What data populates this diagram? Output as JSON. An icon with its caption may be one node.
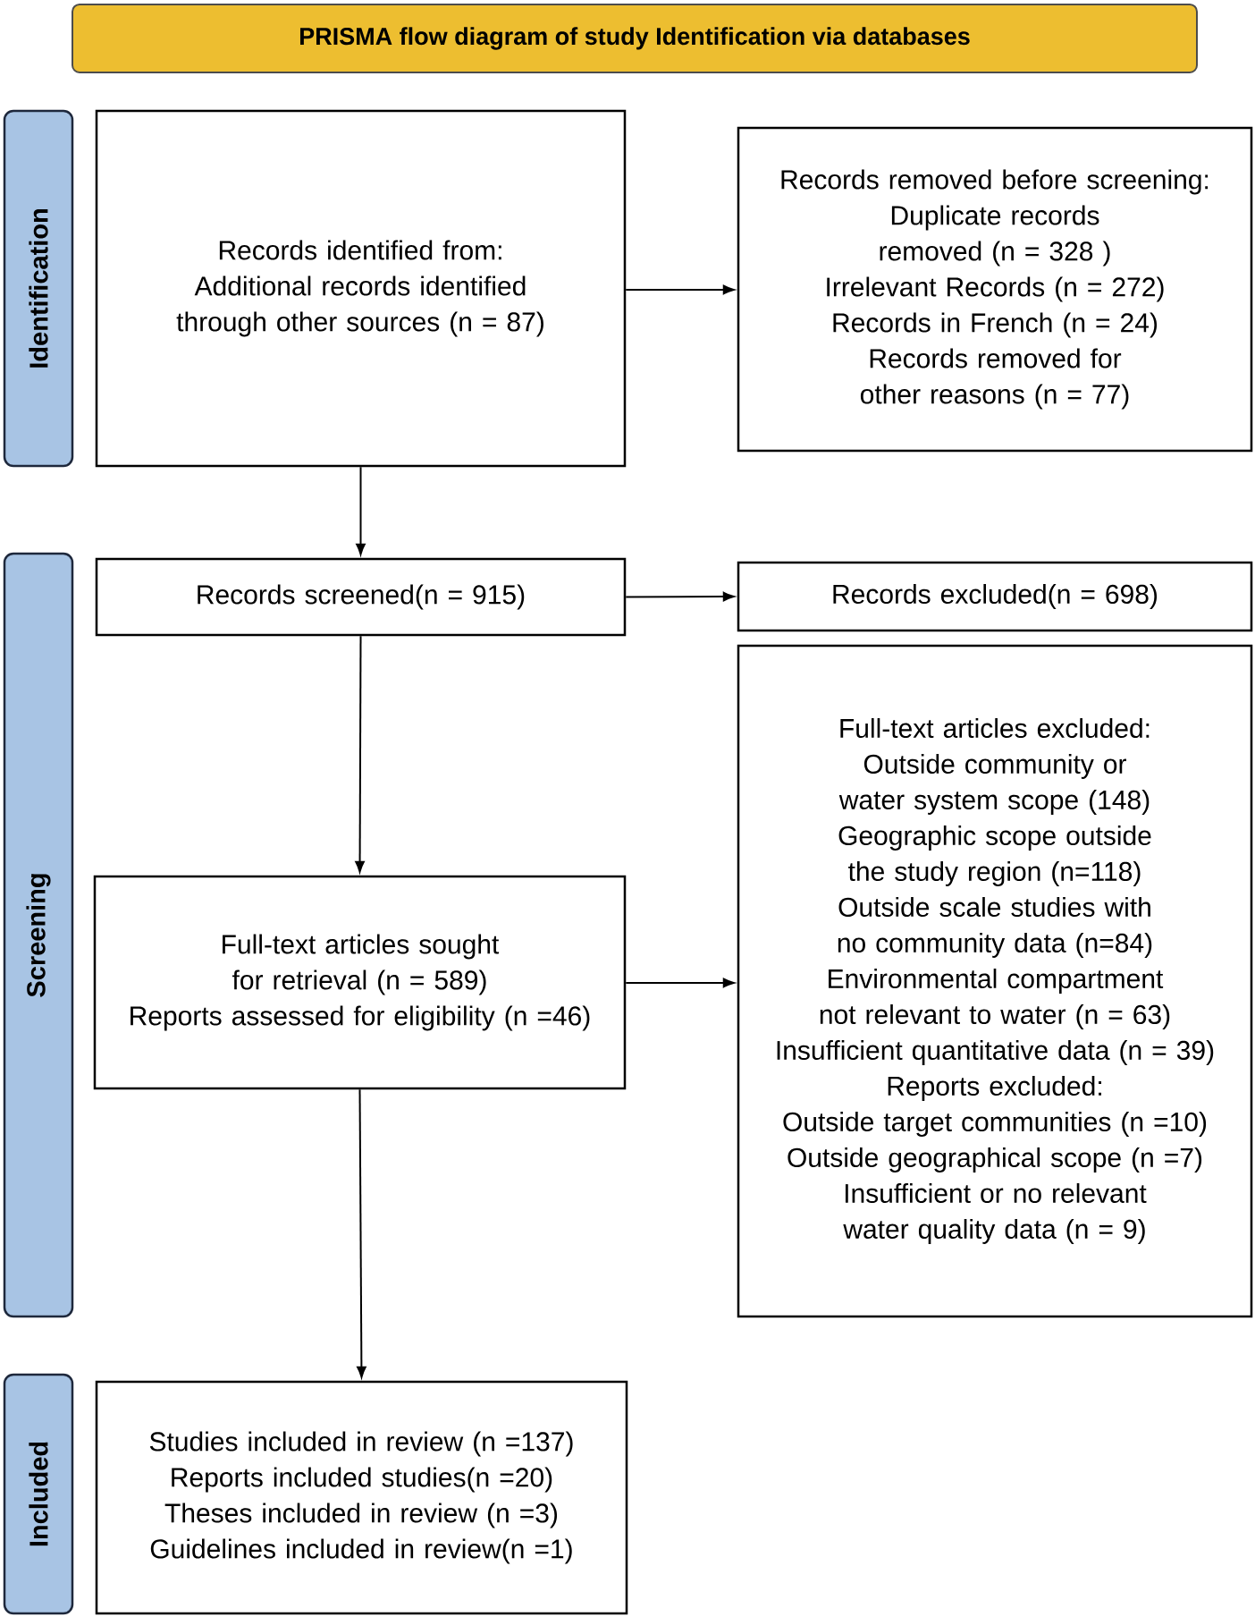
{
  "diagram": {
    "title": "PRISMA flow diagram of study Identification via databases",
    "nodes": [
      {
        "text": [
          "Identification"
        ]
      },
      {
        "text": [
          "Records identified from:",
          "Additional records identified through other sources (n = 87)"
        ]
      },
      {
        "text": [
          "Records removed before screening:",
          "Duplicate records removed (n = 328 )",
          "Irrelevant Records (n = 272)",
          "Records in French (n = 24)",
          "Records removed for other reasons (n = 77)"
        ]
      },
      {
        "text": [
          "Screening"
        ]
      },
      {
        "text": [
          "Records screened(n = 915)"
        ]
      },
      {
        "text": [
          "Records excluded(n = 698)"
        ]
      },
      {
        "text": [
          "Full-text articles sought for retrieval (n = 589)",
          "Reports assessed for eligibility (n =46)"
        ]
      },
      {
        "text": [
          "Full-text articles excluded:",
          "Outside community or water system scope (148)",
          "Geographic scope outside the study region (n=118)",
          "Outside scale studies with no community data (n=84)",
          "Environmental compartment not relevant to water (n = 63)",
          "Insufficient quantitative data (n = 39)",
          "Reports excluded:",
          "Outside target communities (n =10)",
          "Outside geographical scope (n =7)",
          "Insufficient or no relevant water quality data (n = 9)"
        ]
      },
      {
        "text": [
          "Included"
        ]
      },
      {
        "text": [
          "Studies included in review (n =137)",
          "Reports included studies(n =20)",
          "Theses included in review (n =3)",
          "Guidelines included in review(n =1)"
        ]
      }
    ],
    "edges": [
      {
        "from": 1,
        "to": 2,
        "arrow": "to"
      },
      {
        "from": 1,
        "to": 4,
        "arrow": "to"
      },
      {
        "from": 4,
        "to": 5,
        "arrow": "to"
      },
      {
        "from": 4,
        "to": 6,
        "arrow": "to"
      },
      {
        "from": 6,
        "to": 7,
        "arrow": "to"
      },
      {
        "from": 6,
        "to": 9,
        "arrow": "to"
      }
    ]
  }
}
